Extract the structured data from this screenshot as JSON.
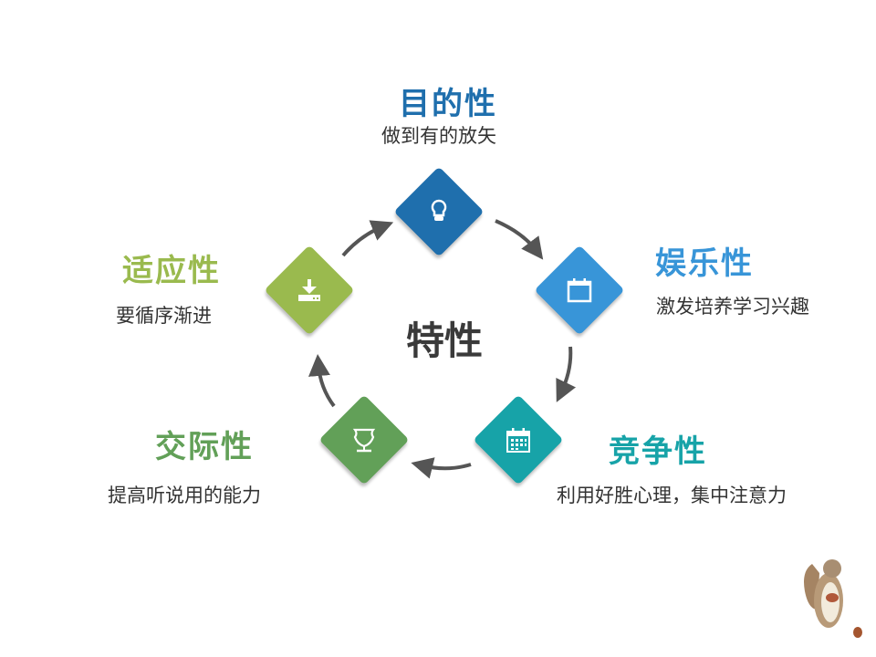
{
  "center_label": "特性",
  "nodes": [
    {
      "title": "目的性",
      "subtitle": "做到有的放矢",
      "icon": "lightbulb-icon",
      "color": "#1f6fad"
    },
    {
      "title": "娱乐性",
      "subtitle": "激发培养学习兴趣",
      "icon": "calendar-icon",
      "color": "#3895d8"
    },
    {
      "title": "竞争性",
      "subtitle": "利用好胜心理，集中注意力",
      "icon": "calendar-grid-icon",
      "color": "#17a3a8"
    },
    {
      "title": "交际性",
      "subtitle": "提高听说用的能力",
      "icon": "trophy-cup-icon",
      "color": "#62a058"
    },
    {
      "title": "适应性",
      "subtitle": "要循序渐进",
      "icon": "download-icon",
      "color": "#9aba4e"
    }
  ]
}
